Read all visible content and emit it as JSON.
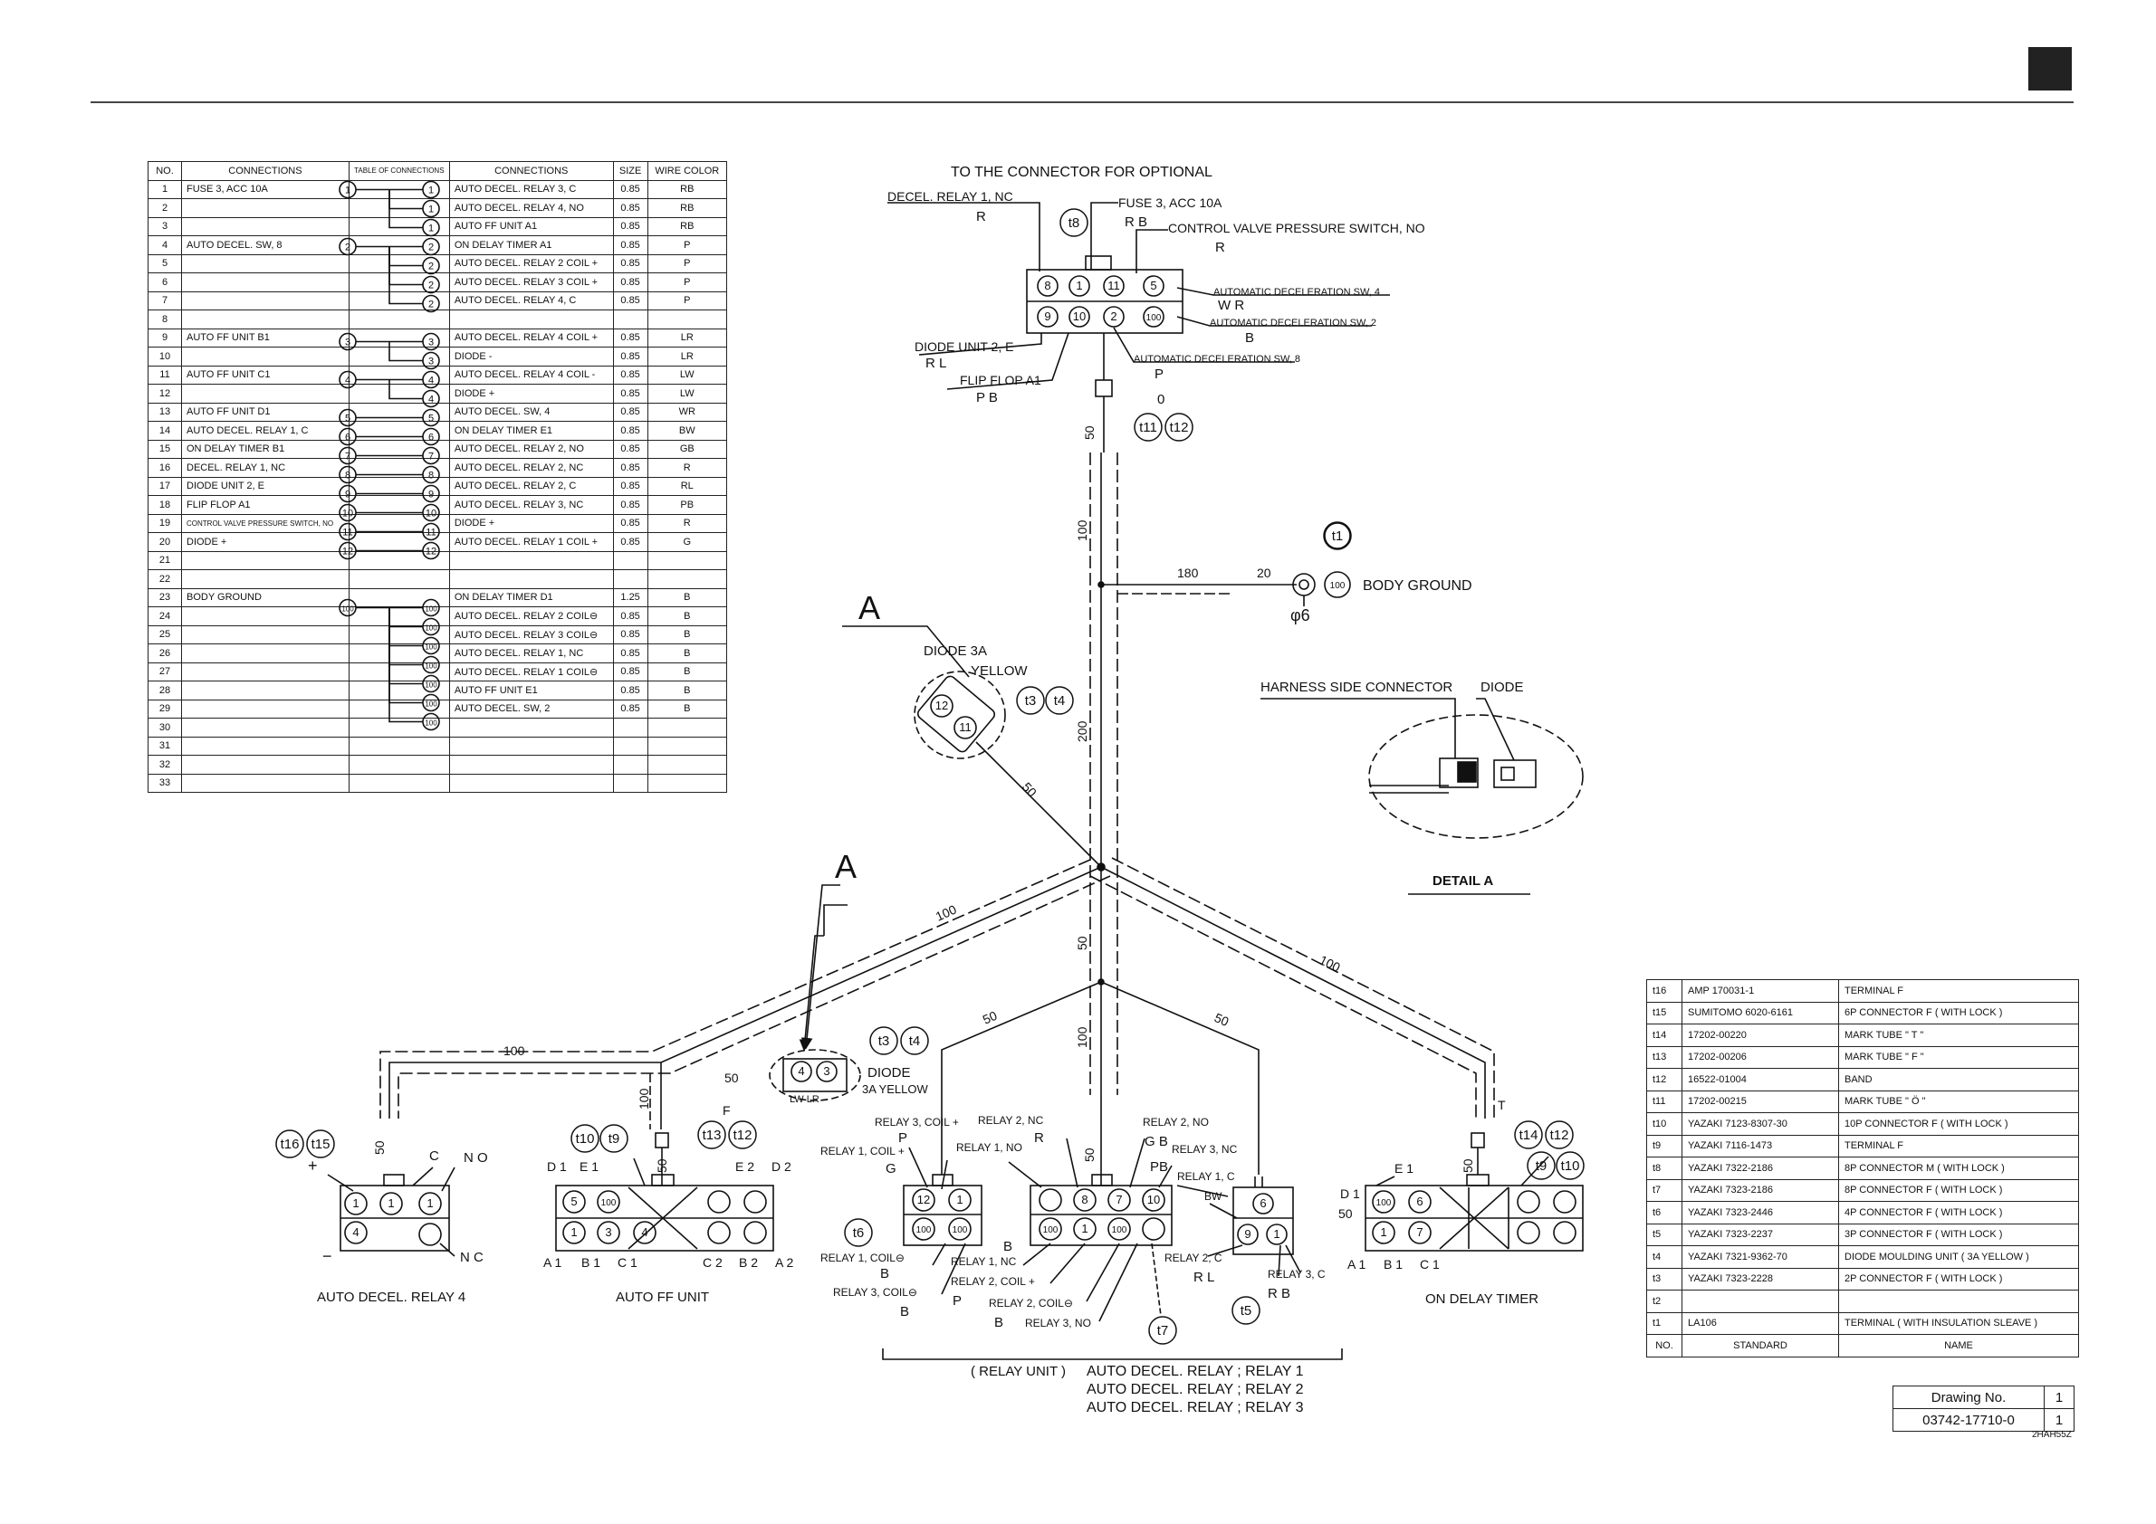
{
  "connections_table": {
    "headers": [
      "NO.",
      "CONNECTIONS",
      "TABLE OF CONNECTIONS",
      "CONNECTIONS",
      "SIZE",
      "WIRE COLOR"
    ],
    "rows": [
      {
        "no": "1",
        "from": "FUSE 3, ACC 10A",
        "a": "1",
        "b": "1",
        "to": "AUTO DECEL. RELAY 3, C",
        "size": "0.85",
        "color": "RB"
      },
      {
        "no": "2",
        "from": "",
        "a": "",
        "b": "1",
        "to": "AUTO DECEL. RELAY 4, NO",
        "size": "0.85",
        "color": "RB"
      },
      {
        "no": "3",
        "from": "",
        "a": "",
        "b": "1",
        "to": "AUTO FF UNIT A1",
        "size": "0.85",
        "color": "RB"
      },
      {
        "no": "4",
        "from": "AUTO DECEL. SW, 8",
        "a": "2",
        "b": "2",
        "to": "ON DELAY TIMER A1",
        "size": "0.85",
        "color": "P"
      },
      {
        "no": "5",
        "from": "",
        "a": "",
        "b": "2",
        "to": "AUTO DECEL. RELAY 2 COIL +",
        "size": "0.85",
        "color": "P"
      },
      {
        "no": "6",
        "from": "",
        "a": "",
        "b": "2",
        "to": "AUTO DECEL. RELAY 3 COIL +",
        "size": "0.85",
        "color": "P"
      },
      {
        "no": "7",
        "from": "",
        "a": "",
        "b": "2",
        "to": "AUTO DECEL. RELAY 4, C",
        "size": "0.85",
        "color": "P"
      },
      {
        "no": "8",
        "from": "",
        "a": "",
        "b": "",
        "to": "",
        "size": "",
        "color": ""
      },
      {
        "no": "9",
        "from": "AUTO FF UNIT B1",
        "a": "3",
        "b": "3",
        "to": "AUTO DECEL. RELAY 4 COIL +",
        "size": "0.85",
        "color": "LR"
      },
      {
        "no": "10",
        "from": "",
        "a": "",
        "b": "3",
        "to": "DIODE -",
        "size": "0.85",
        "color": "LR"
      },
      {
        "no": "11",
        "from": "AUTO FF UNIT C1",
        "a": "4",
        "b": "4",
        "to": "AUTO DECEL. RELAY 4 COIL -",
        "size": "0.85",
        "color": "LW"
      },
      {
        "no": "12",
        "from": "",
        "a": "",
        "b": "4",
        "to": "DIODE +",
        "size": "0.85",
        "color": "LW"
      },
      {
        "no": "13",
        "from": "AUTO FF UNIT D1",
        "a": "5",
        "b": "5",
        "to": "AUTO DECEL. SW, 4",
        "size": "0.85",
        "color": "WR"
      },
      {
        "no": "14",
        "from": "AUTO DECEL. RELAY 1, C",
        "a": "6",
        "b": "6",
        "to": "ON DELAY TIMER E1",
        "size": "0.85",
        "color": "BW"
      },
      {
        "no": "15",
        "from": "ON DELAY TIMER B1",
        "a": "7",
        "b": "7",
        "to": "AUTO DECEL. RELAY 2, NO",
        "size": "0.85",
        "color": "GB"
      },
      {
        "no": "16",
        "from": "DECEL. RELAY 1, NC",
        "a": "8",
        "b": "8",
        "to": "AUTO DECEL. RELAY 2, NC",
        "size": "0.85",
        "color": "R"
      },
      {
        "no": "17",
        "from": "DIODE UNIT 2, E",
        "a": "9",
        "b": "9",
        "to": "AUTO DECEL. RELAY 2, C",
        "size": "0.85",
        "color": "RL"
      },
      {
        "no": "18",
        "from": "FLIP FLOP A1",
        "a": "10",
        "b": "10",
        "to": "AUTO DECEL. RELAY 3, NC",
        "size": "0.85",
        "color": "PB"
      },
      {
        "no": "19",
        "from": "CONTROL VALVE PRESSURE SWITCH, NO",
        "a": "11",
        "b": "11",
        "to": "DIODE +",
        "size": "0.85",
        "color": "R"
      },
      {
        "no": "20",
        "from": "DIODE +",
        "a": "12",
        "b": "12",
        "to": "AUTO DECEL. RELAY 1 COIL +",
        "size": "0.85",
        "color": "G"
      },
      {
        "no": "21",
        "from": "",
        "a": "",
        "b": "",
        "to": "",
        "size": "",
        "color": ""
      },
      {
        "no": "22",
        "from": "",
        "a": "",
        "b": "",
        "to": "",
        "size": "",
        "color": ""
      },
      {
        "no": "23",
        "from": "BODY GROUND",
        "a": "100",
        "b": "100",
        "to": "ON DELAY TIMER D1",
        "size": "1.25",
        "color": "B"
      },
      {
        "no": "24",
        "from": "",
        "a": "",
        "b": "100",
        "to": "AUTO DECEL. RELAY 2 COIL⊖",
        "size": "0.85",
        "color": "B"
      },
      {
        "no": "25",
        "from": "",
        "a": "",
        "b": "100",
        "to": "AUTO DECEL. RELAY 3 COIL⊖",
        "size": "0.85",
        "color": "B"
      },
      {
        "no": "26",
        "from": "",
        "a": "",
        "b": "100",
        "to": "AUTO DECEL. RELAY 1, NC",
        "size": "0.85",
        "color": "B"
      },
      {
        "no": "27",
        "from": "",
        "a": "",
        "b": "100",
        "to": "AUTO DECEL. RELAY 1 COIL⊖",
        "size": "0.85",
        "color": "B"
      },
      {
        "no": "28",
        "from": "",
        "a": "",
        "b": "100",
        "to": "AUTO FF UNIT E1",
        "size": "0.85",
        "color": "B"
      },
      {
        "no": "29",
        "from": "",
        "a": "",
        "b": "100",
        "to": "AUTO DECEL. SW, 2",
        "size": "0.85",
        "color": "B"
      },
      {
        "no": "30",
        "from": "",
        "a": "",
        "b": "",
        "to": "",
        "size": "",
        "color": ""
      },
      {
        "no": "31",
        "from": "",
        "a": "",
        "b": "",
        "to": "",
        "size": "",
        "color": ""
      },
      {
        "no": "32",
        "from": "",
        "a": "",
        "b": "",
        "to": "",
        "size": "",
        "color": ""
      },
      {
        "no": "33",
        "from": "",
        "a": "",
        "b": "",
        "to": "",
        "size": "",
        "color": ""
      }
    ]
  },
  "parts_table": {
    "headers": [
      "NO.",
      "STANDARD",
      "NAME"
    ],
    "rows": [
      {
        "no": "t16",
        "standard": "AMP 170031-1",
        "name": "TERMINAL F"
      },
      {
        "no": "t15",
        "standard": "SUMITOMO 6020-6161",
        "name": "6P CONNECTOR F ( WITH LOCK )"
      },
      {
        "no": "t14",
        "standard": "17202-00220",
        "name": "MARK TUBE \" T \""
      },
      {
        "no": "t13",
        "standard": "17202-00206",
        "name": "MARK TUBE \" F \""
      },
      {
        "no": "t12",
        "standard": "16522-01004",
        "name": "BAND"
      },
      {
        "no": "t11",
        "standard": "17202-00215",
        "name": "MARK TUBE \" Ö \""
      },
      {
        "no": "t10",
        "standard": "YAZAKI 7123-8307-30",
        "name": "10P CONNECTOR F ( WITH LOCK )"
      },
      {
        "no": "t9",
        "standard": "YAZAKI 7116-1473",
        "name": "TERMINAL F"
      },
      {
        "no": "t8",
        "standard": "YAZAKI 7322-2186",
        "name": "8P CONNECTOR M ( WITH LOCK )"
      },
      {
        "no": "t7",
        "standard": "YAZAKI 7323-2186",
        "name": "8P CONNECTOR F ( WITH LOCK )"
      },
      {
        "no": "t6",
        "standard": "YAZAKI 7323-2446",
        "name": "4P CONNECTOR F ( WITH LOCK )"
      },
      {
        "no": "t5",
        "standard": "YAZAKI 7323-2237",
        "name": "3P CONNECTOR F ( WITH LOCK )"
      },
      {
        "no": "t4",
        "standard": "YAZAKI 7321-9362-70",
        "name": "DIODE MOULDING UNIT ( 3A YELLOW )"
      },
      {
        "no": "t3",
        "standard": "YAZAKI 7323-2228",
        "name": "2P CONNECTOR F ( WITH LOCK )"
      },
      {
        "no": "t2",
        "standard": "",
        "name": ""
      },
      {
        "no": "t1",
        "standard": "LA106",
        "name": "TERMINAL ( WITH INSULATION SLEAVE )"
      }
    ]
  },
  "drawing": {
    "label": "Drawing No.",
    "number": "03742-17710-0",
    "sheet_top": "1",
    "sheet_bottom": "1",
    "code": "2HAH55Z"
  },
  "labels": {
    "optional_connector": "TO THE CONNECTOR FOR OPTIONAL",
    "decel_relay_nc": "DECEL. RELAY 1, NC",
    "r1": "R",
    "fuse3": "FUSE 3, ACC 10A",
    "rb": "R B",
    "cvps": "CONTROL VALVE PRESSURE SWITCH, NO",
    "r2": "R",
    "auto_decel_sw4": "AUTOMATIC DECELERATION SW, 4",
    "wr": "W R",
    "auto_decel_sw2": "AUTOMATIC DECELERATION SW, 2",
    "b1": "B",
    "auto_decel_sw8": "AUTOMATIC DECELERATION SW, 8",
    "p1": "P",
    "o1": "0",
    "diode_unit": "DIODE UNIT 2, E",
    "rl": "R L",
    "flip_flop": "FLIP FLOP A1",
    "pb": "P B",
    "body_ground": "BODY GROUND",
    "phi6": "φ6",
    "a_mark": "A",
    "diode_3a": "DIODE   3A",
    "yellow": "YELLOW",
    "harness_side": "HARNESS SIDE CONNECTOR",
    "diode": "DIODE",
    "detail_a": "DETAIL A",
    "diode_3a_yellow_1": "DIODE",
    "diode_3a_yellow_2": "3A  YELLOW",
    "lw_lr": "LW  LR",
    "relay4": "AUTO DECEL. RELAY 4",
    "ff_unit": "AUTO FF UNIT",
    "on_delay": "ON DELAY TIMER",
    "relay_unit": "( RELAY UNIT )",
    "relay_1": "AUTO DECEL. RELAY ; RELAY 1",
    "relay_2": "AUTO DECEL. RELAY ; RELAY 2",
    "relay_3": "AUTO DECEL. RELAY ; RELAY 3",
    "r3_coil_plus": "RELAY 3, COIL +",
    "p2": "P",
    "r1_coil_plus": "RELAY 1, COIL +",
    "g1": "G",
    "r2_nc": "RELAY 2, NC",
    "r4": "R",
    "r1_no": "RELAY 1, NO",
    "r2_no": "RELAY 2, NO",
    "gb": "G B",
    "r3_nc": "RELAY 3, NC",
    "pb2": "PB",
    "r1_c": "RELAY 1, C",
    "bw": "BW",
    "r1_coil_minus": "RELAY 1, COIL⊖",
    "b2": "B",
    "r3_coil_minus": "RELAY 3, COIL⊖",
    "b3": "B",
    "b4": "B",
    "r1_nc": "RELAY 1, NC",
    "r2_coil_plus": "RELAY 2, COIL +",
    "p3": "P",
    "r2_coil_minus": "RELAY 2, COIL⊖",
    "b5": "B",
    "r3_no": "RELAY 3, NO",
    "r2_c": "RELAY 2, C",
    "rl2": "R L",
    "r3_c": "RELAY 3, C",
    "rb2": "R B",
    "c_lbl": "C",
    "no_lbl": "N O",
    "nc_lbl": "N C",
    "plus": "+",
    "minus": "−",
    "d1": "D 1",
    "e1": "E 1",
    "e2": "E 2",
    "d2": "D 2",
    "a1": "A 1",
    "b1_lbl": "B 1",
    "c1": "C 1",
    "c2": "C 2",
    "b2_lbl": "B 2",
    "a2": "A 2",
    "d1_t": "D 1",
    "e1_t": "E 1",
    "a1_t": "A 1",
    "b1_t": "B 1",
    "c1_t": "C 1",
    "f_lbl": "F",
    "t_lbl": "T",
    "dim_50": "50",
    "dim_100": "100",
    "dim_180": "180",
    "dim_20": "20",
    "dim_200": "200"
  }
}
